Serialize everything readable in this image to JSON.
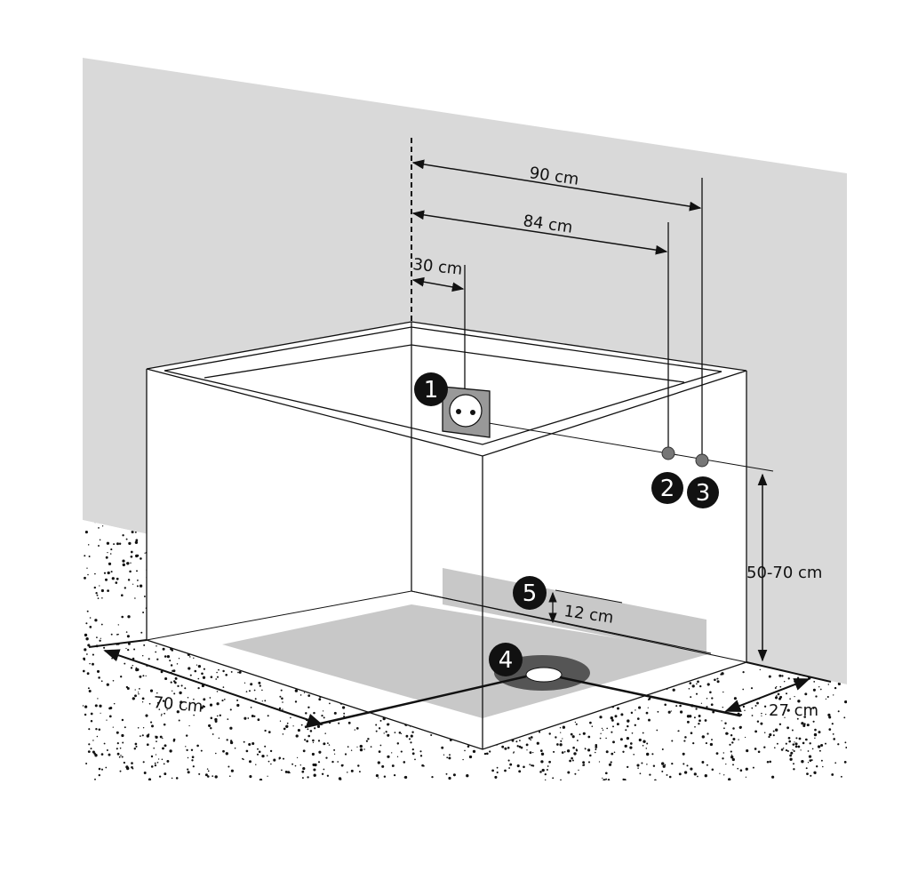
{
  "colors": {
    "wall": "#d9d9d9",
    "floor": "#ffffff",
    "tray": "#c8c8c8",
    "drain_ring": "#555555",
    "line": "#111111",
    "connector": "#777777"
  },
  "dimensions": {
    "d90": "90 cm",
    "d84": "84 cm",
    "d30": "30 cm",
    "height": "50-70 cm",
    "panel": "12 cm",
    "depth": "70 cm",
    "offset": "27 cm"
  },
  "markers": {
    "socket": "1",
    "water_a": "2",
    "water_b": "3",
    "drain": "4",
    "panel": "5"
  },
  "icons": {
    "socket": "power-socket-icon"
  }
}
